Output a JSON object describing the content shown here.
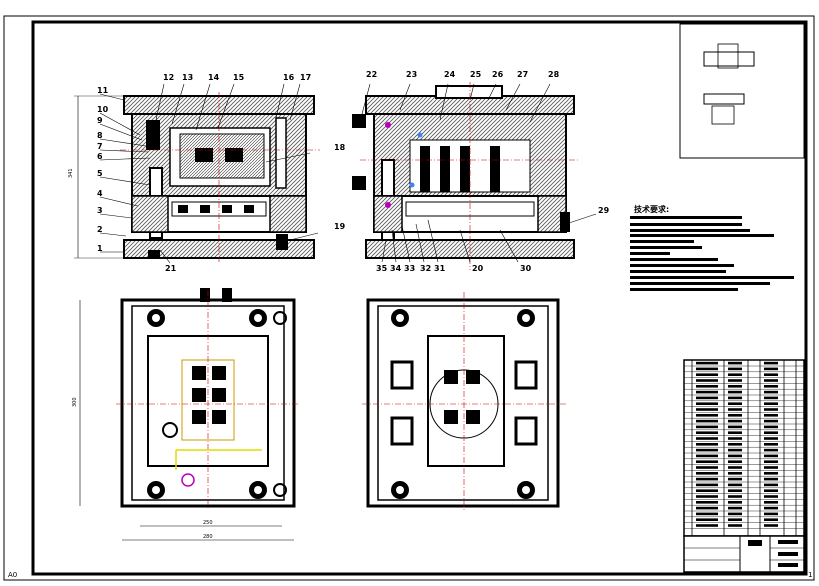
{
  "balloons_main": [
    {
      "id": "11"
    },
    {
      "id": "12"
    },
    {
      "id": "13"
    },
    {
      "id": "14"
    },
    {
      "id": "15"
    },
    {
      "id": "16"
    },
    {
      "id": "17"
    },
    {
      "id": "10"
    },
    {
      "id": "9"
    },
    {
      "id": "8"
    },
    {
      "id": "7"
    },
    {
      "id": "6"
    },
    {
      "id": "5"
    },
    {
      "id": "4"
    },
    {
      "id": "3"
    },
    {
      "id": "2"
    },
    {
      "id": "1"
    },
    {
      "id": "18"
    },
    {
      "id": "19"
    },
    {
      "id": "21"
    }
  ],
  "balloons_right": [
    {
      "id": "22"
    },
    {
      "id": "23"
    },
    {
      "id": "24"
    },
    {
      "id": "25"
    },
    {
      "id": "26"
    },
    {
      "id": "27"
    },
    {
      "id": "28"
    },
    {
      "id": "29"
    },
    {
      "id": "35"
    },
    {
      "id": "34"
    },
    {
      "id": "33"
    },
    {
      "id": "32"
    },
    {
      "id": "31"
    },
    {
      "id": "20"
    },
    {
      "id": "30"
    }
  ],
  "dimensions": {
    "front_height": "341",
    "plan_height": "300",
    "plan_inner_width": "250",
    "plan_outer_width": "280"
  },
  "notes": {
    "title": "技术要求:"
  },
  "corners": {
    "bottom_left": "A0",
    "bottom_right": "1"
  }
}
